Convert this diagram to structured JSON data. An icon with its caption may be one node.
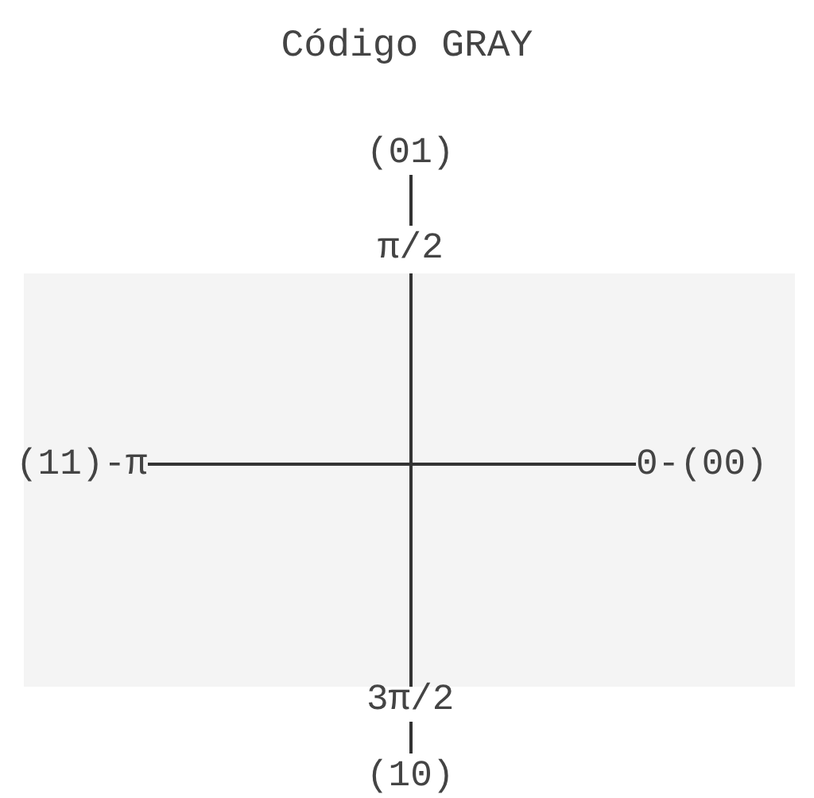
{
  "diagram": {
    "title": "Código GRAY",
    "nodes": [
      {
        "text": [
          "(01)"
        ]
      },
      {
        "text": [
          "π/2"
        ]
      },
      {
        "text": [
          "(11)-π"
        ]
      },
      {
        "text": [
          "0-(00)"
        ]
      },
      {
        "text": [
          "3π/2"
        ]
      },
      {
        "text": [
          "(10)"
        ]
      }
    ],
    "edges": [
      {
        "from": 0,
        "to": 1,
        "arrow": "none"
      },
      {
        "from": 2,
        "to": 3,
        "arrow": "none"
      },
      {
        "from": 1,
        "to": 4,
        "arrow": "none"
      },
      {
        "from": 4,
        "to": 5,
        "arrow": "none"
      }
    ]
  }
}
